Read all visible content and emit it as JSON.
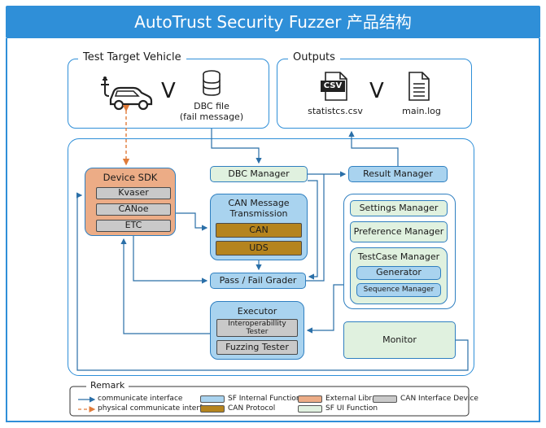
{
  "header": {
    "title": "AutoTrust Security Fuzzer 产品结构"
  },
  "target": {
    "title": "Test Target Vehicle",
    "v": "V",
    "dbc_label": "DBC file\n(fail message)"
  },
  "outputs": {
    "title": "Outputs",
    "csv_badge": "CSV",
    "csv_label": "statistcs.csv",
    "v": "V",
    "log_label": "main.log"
  },
  "modules": {
    "device_sdk": "Device SDK",
    "kvaser": "Kvaser",
    "canoe": "CANoe",
    "etc": "ETC",
    "dbc_manager": "DBC Manager",
    "result_manager": "Result Manager",
    "can_message_transmission": "CAN Message Transmission",
    "can": "CAN",
    "uds": "UDS",
    "pass_fail_grader": "Pass / Fail Grader",
    "settings_manager": "Settings Manager",
    "preference_manager": "Preference Manager",
    "testcase_manager": "TestCase Manager",
    "generator": "Generator",
    "sequence_manager": "Sequence Manager",
    "executor": "Executor",
    "interoperability_tester": "Interoperabillity Tester",
    "fuzzing_tester": "Fuzzing Tester",
    "monitor": "Monitor"
  },
  "remark": {
    "title": "Remark",
    "communicate": "communicate interface",
    "physical": "physical communicate interface",
    "sf_internal": "SF Internal Function",
    "can_protocol": "CAN Protocol",
    "external_library": "External Library",
    "sf_ui": "SF UI Function",
    "can_interface_device": "CAN Interface Device"
  },
  "colors": {
    "brand": "#2f8fd8",
    "sf_internal": "#a9d3ef",
    "sf_ui": "#e0f1df",
    "external": "#ecac86",
    "can_device": "#c9c9c9",
    "can_protocol": "#b5841e",
    "wire": "#2a6fa8",
    "physical": "#e07b39"
  }
}
